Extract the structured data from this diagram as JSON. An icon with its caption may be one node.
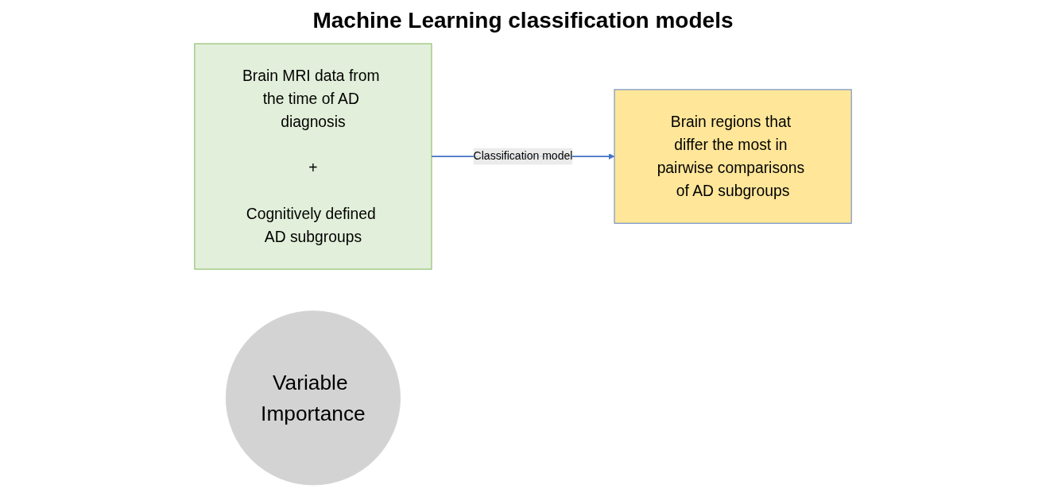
{
  "diagram": {
    "title": "Machine Learning classification models",
    "nodes": [
      {
        "text": [
          "Brain MRI data from the time of AD diagnosis",
          "+",
          "Cognitively defined AD subgroups"
        ]
      },
      {
        "text": [
          "Variable Importance"
        ]
      },
      {
        "text": [
          "Brain regions that differ the most in pairwise comparisons of AD subgroups"
        ]
      }
    ],
    "edges": [
      {
        "from": 0,
        "to": 2,
        "arrow": "to",
        "label": "Classification model"
      }
    ]
  }
}
